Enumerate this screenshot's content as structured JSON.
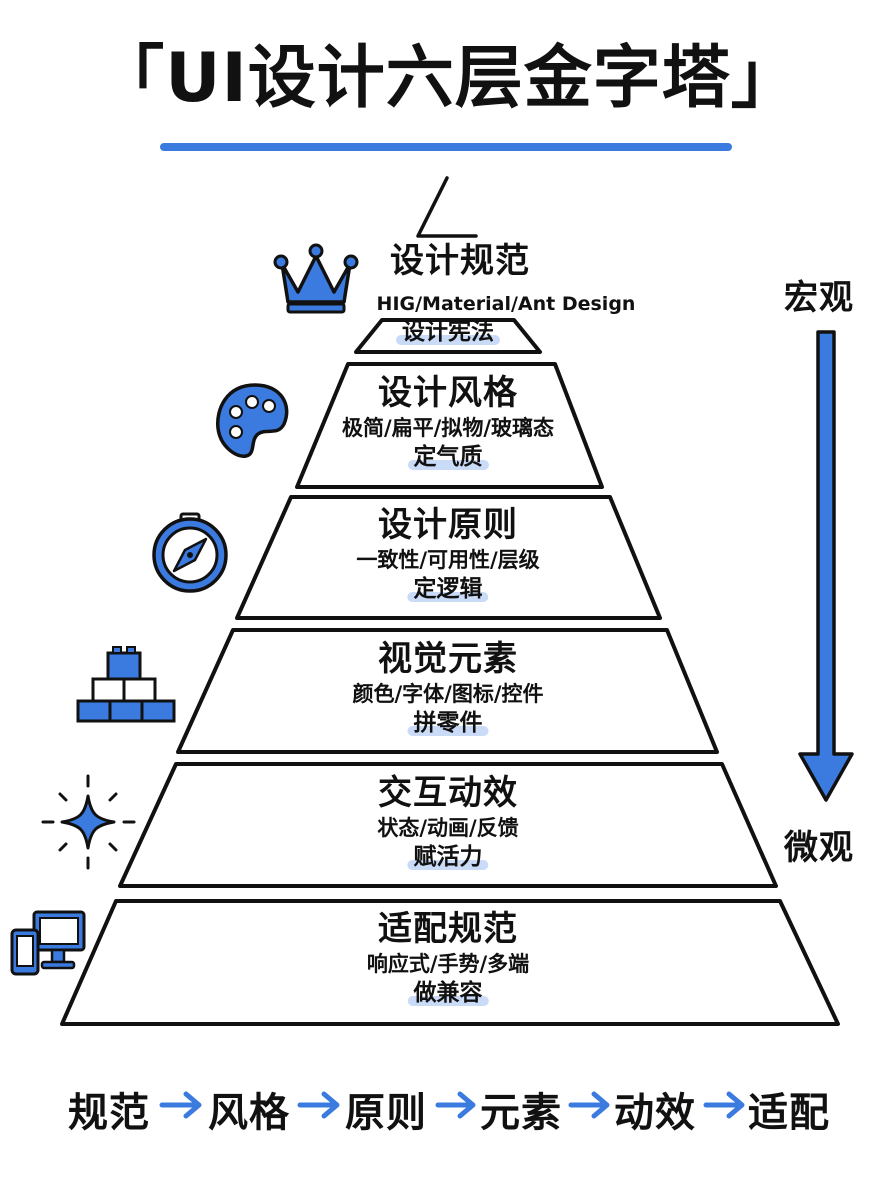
{
  "title": "「UI设计六层金字塔」",
  "colors": {
    "accent": "#3B7BE0",
    "accent_light": "#C9DBF7",
    "ink": "#111111"
  },
  "tiers": [
    {
      "icon": "crown-icon",
      "name": "设计规范",
      "keywords": "HIG/Material/Ant Design",
      "summary": "设计宪法"
    },
    {
      "icon": "palette-icon",
      "name": "设计风格",
      "keywords": "极简/扁平/拟物/玻璃态",
      "summary": "定气质"
    },
    {
      "icon": "compass-icon",
      "name": "设计原则",
      "keywords": "一致性/可用性/层级",
      "summary": "定逻辑"
    },
    {
      "icon": "building-blocks-icon",
      "name": "视觉元素",
      "keywords": "颜色/字体/图标/控件",
      "summary": "拼零件"
    },
    {
      "icon": "sparkle-icon",
      "name": "交互动效",
      "keywords": "状态/动画/反馈",
      "summary": "赋活力"
    },
    {
      "icon": "devices-icon",
      "name": "适配规范",
      "keywords": "响应式/手势/多端",
      "summary": "做兼容"
    }
  ],
  "scale": {
    "top_label": "宏观",
    "bottom_label": "微观"
  },
  "flow": [
    "规范",
    "风格",
    "原则",
    "元素",
    "动效",
    "适配"
  ]
}
